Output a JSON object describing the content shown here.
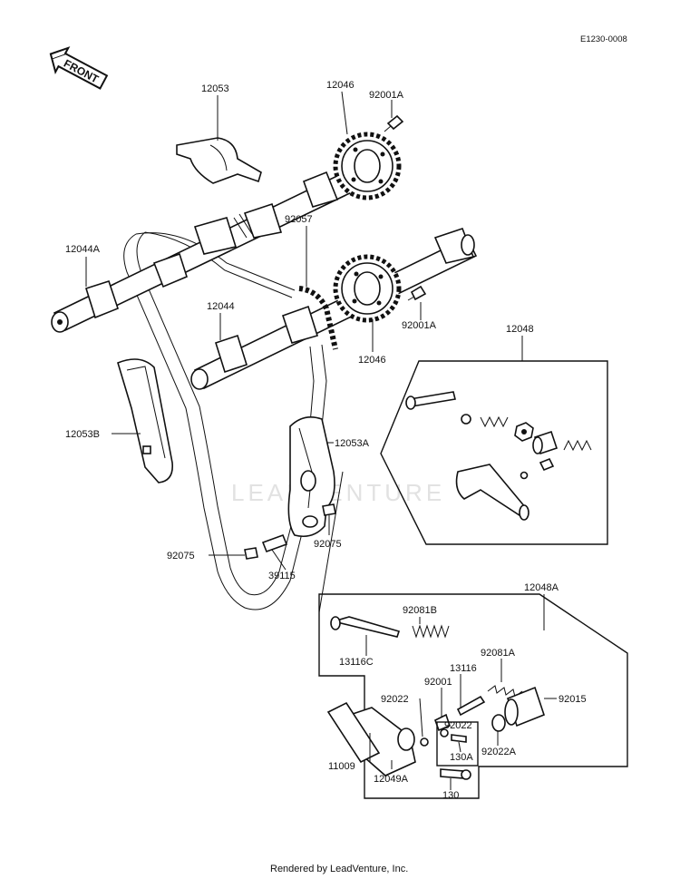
{
  "diagram_ref": "E1230-0008",
  "front_label": "FRONT",
  "watermark": "LEADVENTURE",
  "footer": "Rendered by LeadVenture, Inc.",
  "parts": [
    {
      "id": "12053"
    },
    {
      "id": "12046"
    },
    {
      "id": "92001A"
    },
    {
      "id": "12044A"
    },
    {
      "id": "92057"
    },
    {
      "id": "12044"
    },
    {
      "id": "92001A"
    },
    {
      "id": "12046"
    },
    {
      "id": "12048"
    },
    {
      "id": "12053B"
    },
    {
      "id": "12053A"
    },
    {
      "id": "92075"
    },
    {
      "id": "92075"
    },
    {
      "id": "39115"
    },
    {
      "id": "12048A"
    },
    {
      "id": "92081B"
    },
    {
      "id": "13116C"
    },
    {
      "id": "92081A"
    },
    {
      "id": "13116"
    },
    {
      "id": "92001"
    },
    {
      "id": "92022"
    },
    {
      "id": "92015"
    },
    {
      "id": "92022"
    },
    {
      "id": "92022A"
    },
    {
      "id": "130A"
    },
    {
      "id": "11009"
    },
    {
      "id": "12049A"
    },
    {
      "id": "130"
    }
  ]
}
